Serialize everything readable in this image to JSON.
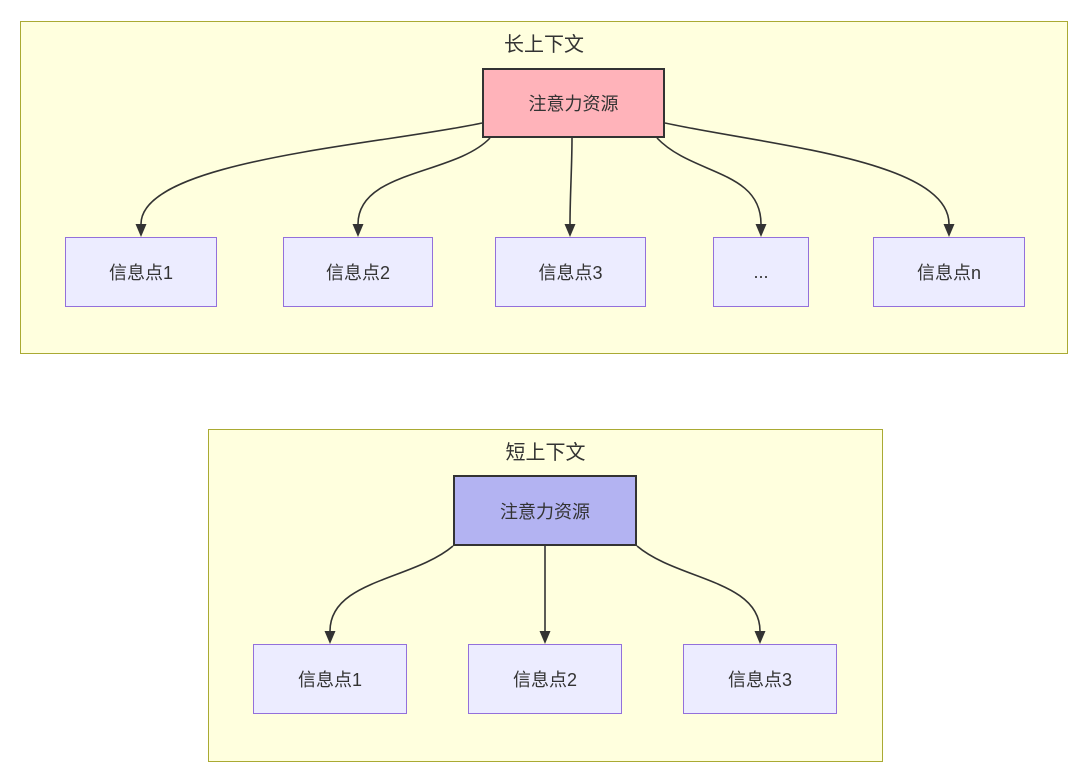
{
  "long_context": {
    "title": "长上下文",
    "root_label": "注意力资源",
    "children": [
      "信息点1",
      "信息点2",
      "信息点3",
      "...",
      "信息点n"
    ]
  },
  "short_context": {
    "title": "短上下文",
    "root_label": "注意力资源",
    "children": [
      "信息点1",
      "信息点2",
      "信息点3"
    ]
  },
  "colors": {
    "panel_fill": "#ffffde",
    "panel_border": "#aaaa33",
    "child_node_fill": "#ececff",
    "child_node_border": "#9370db",
    "long_root_fill": "#ffb3ba",
    "short_root_fill": "#b3b3f2",
    "root_border": "#333333",
    "edge": "#333333",
    "text": "#333333"
  }
}
